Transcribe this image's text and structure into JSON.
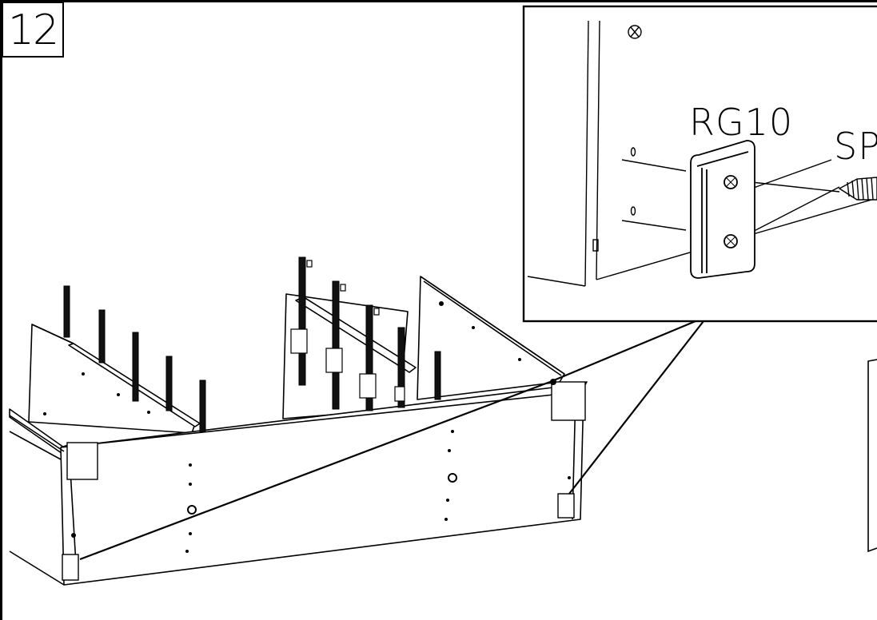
{
  "step": {
    "number": "12"
  },
  "callout": {
    "part_label": "RG10",
    "screw_label": "SP"
  },
  "colors": {
    "line": "#000000",
    "background": "#ffffff"
  }
}
